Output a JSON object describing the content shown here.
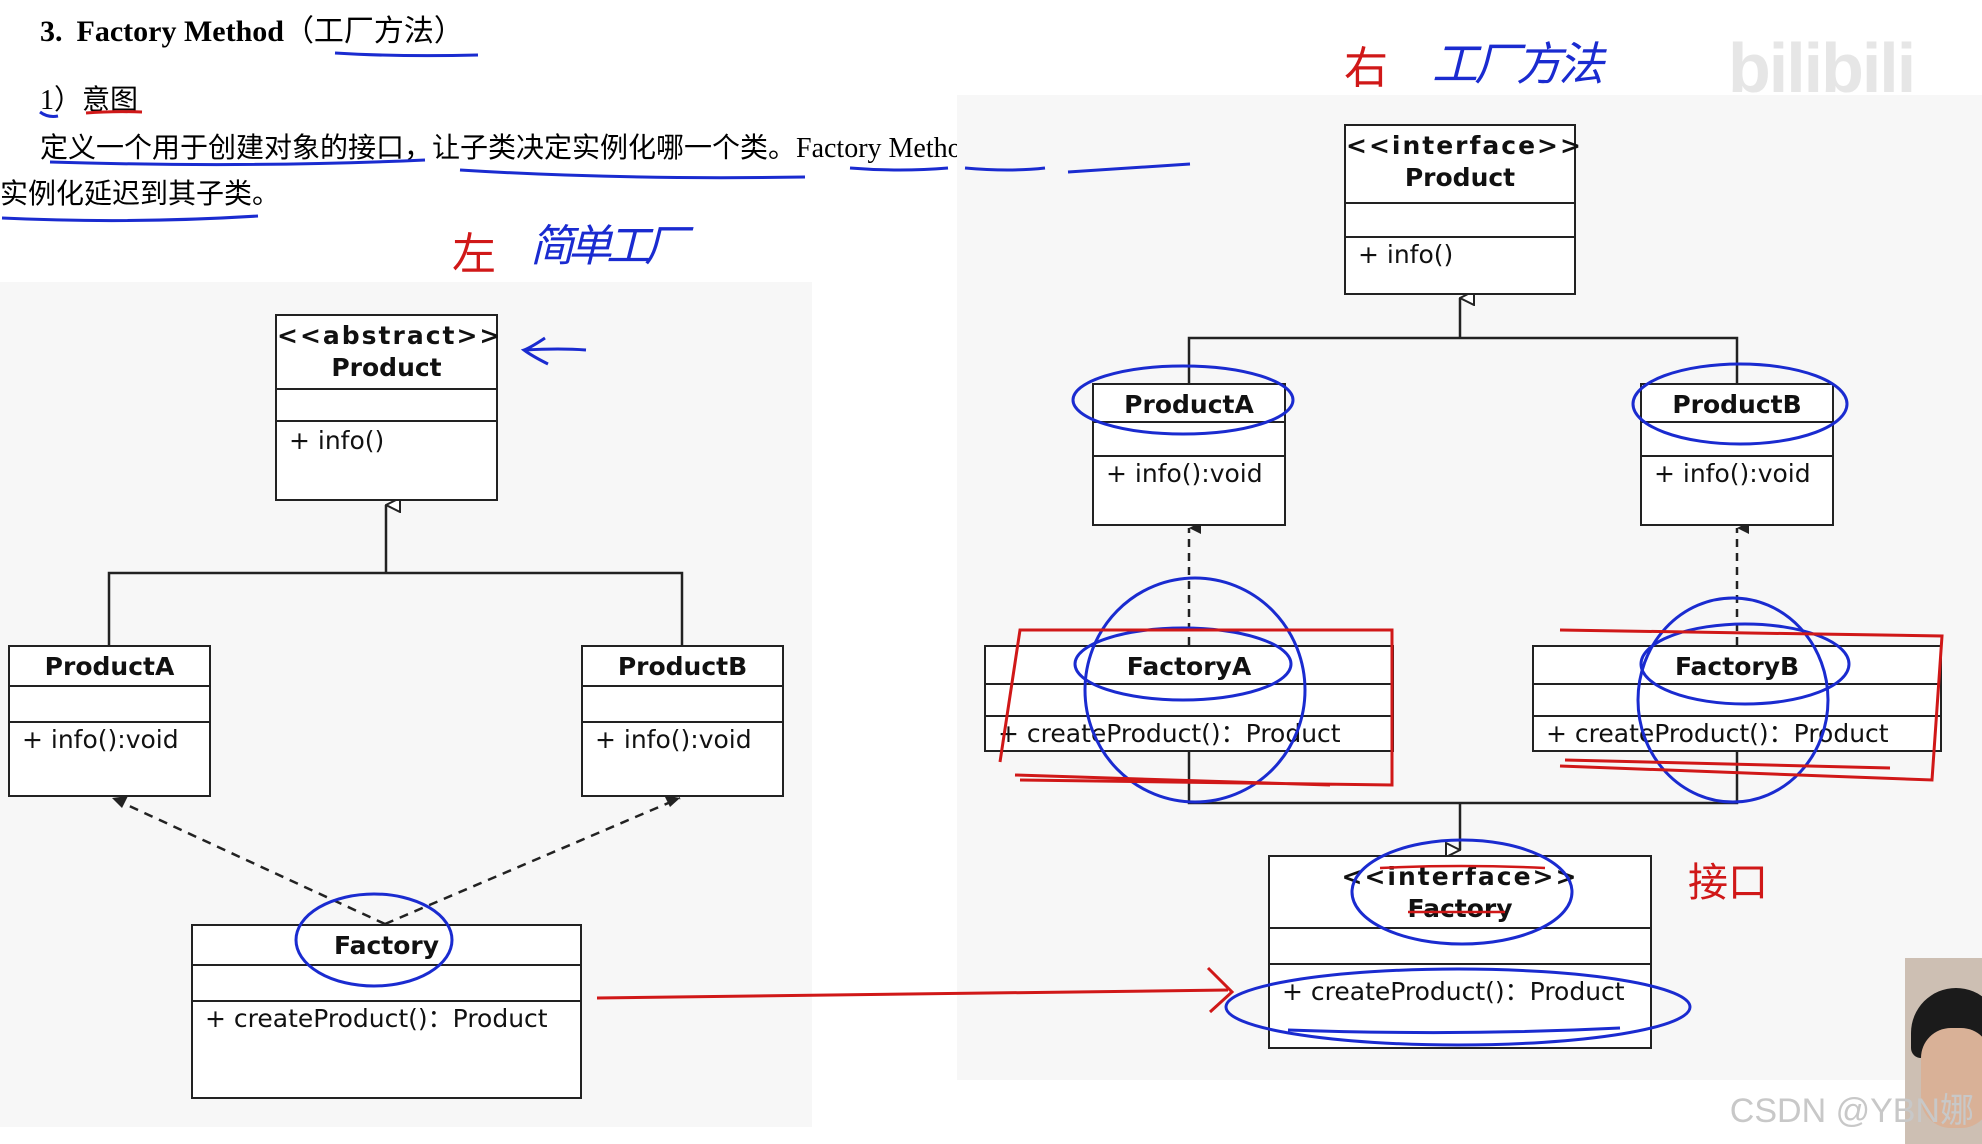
{
  "section": {
    "number": "3.",
    "title_en": "Factory Method",
    "title_cn": "（工厂方法）",
    "sub": "1）意图",
    "para_line1": "定义一个用于创建对象的接口，让子类决定实例化哪一个类。Factory Method 使一个类的",
    "para_line2": "实例化延迟到其子类。"
  },
  "left_diagram": {
    "product": {
      "stereotype": "<<abstract>>",
      "name": "Product",
      "op": "+ info()"
    },
    "product_a": {
      "name": "ProductA",
      "op": "+ info():void"
    },
    "product_b": {
      "name": "ProductB",
      "op": "+ info():void"
    },
    "factory": {
      "name": "Factory",
      "op": "+ createProduct()：Product"
    }
  },
  "right_diagram": {
    "product": {
      "stereotype": "<<interface>>",
      "name": "Product",
      "op": "+ info()"
    },
    "product_a": {
      "name": "ProductA",
      "op": "+ info():void"
    },
    "product_b": {
      "name": "ProductB",
      "op": "+ info():void"
    },
    "factory_a": {
      "name": "FactoryA",
      "op": "+ createProduct()：Product"
    },
    "factory_b": {
      "name": "FactoryB",
      "op": "+ createProduct()：Product"
    },
    "factory": {
      "stereotype": "<<interface>>",
      "name": "Factory",
      "op": "+ createProduct()：Product"
    }
  },
  "annotations": {
    "left_note_red": "左",
    "left_note_blue": "简单工厂",
    "right_note_red": "右",
    "right_note_blue": "工厂方法",
    "interface_note": "接口"
  },
  "logo": "bilibili",
  "watermark": "CSDN @YBN娜"
}
